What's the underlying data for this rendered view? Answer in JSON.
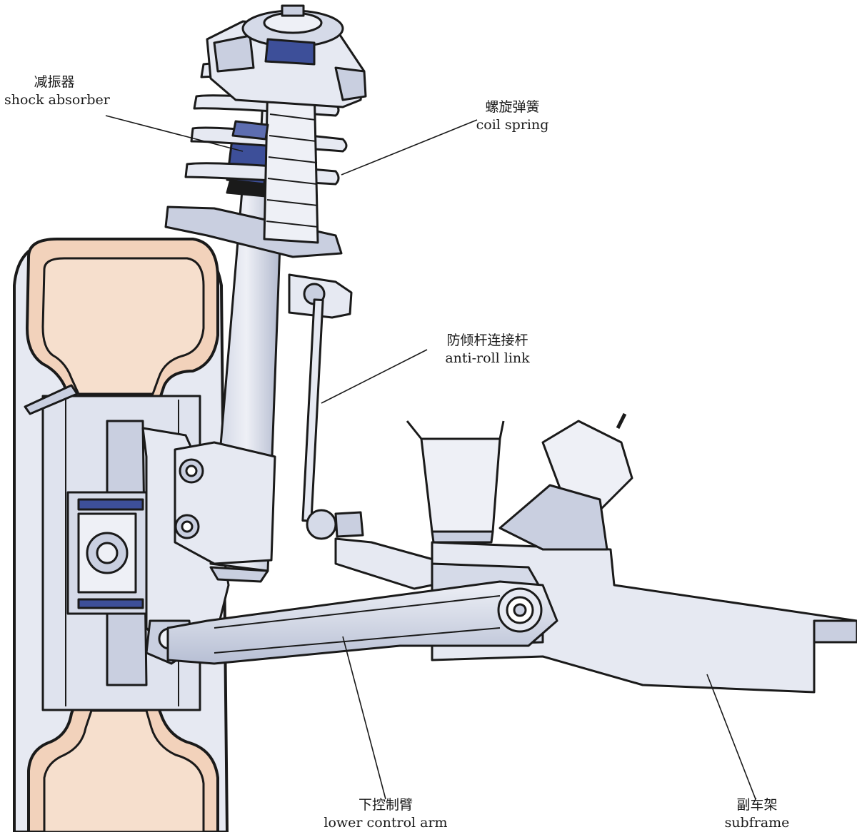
{
  "labels": {
    "shock_absorber": {
      "zh": "减振器",
      "en": "shock absorber"
    },
    "coil_spring": {
      "zh": "螺旋弹簧",
      "en": "coil spring"
    },
    "anti_roll_link": {
      "zh": "防倾杆连接杆",
      "en": "anti-roll link"
    },
    "lower_control_arm": {
      "zh": "下控制臂",
      "en": "lower control arm"
    },
    "subframe": {
      "zh": "副车架",
      "en": "subframe"
    }
  },
  "colors": {
    "outline": "#1a1a1a",
    "metal_light": "#e6e9f2",
    "metal_mid": "#c9cfe0",
    "metal_dark": "#9aa3bd",
    "shock_blue": "#3d4f99",
    "tire": "#f2d2bb",
    "background": "#ffffff"
  }
}
